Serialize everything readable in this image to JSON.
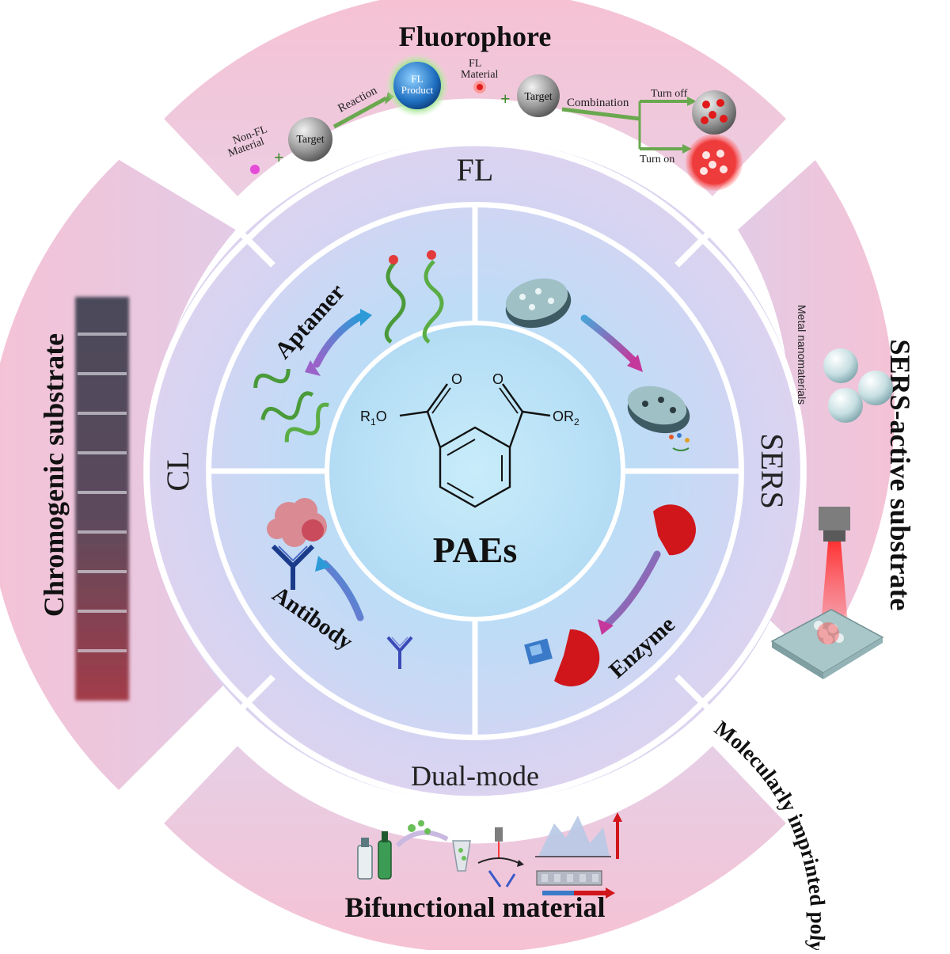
{
  "center": {
    "title": "PAEs",
    "substituent_left": "R",
    "substituent_left_sub": "1",
    "substituent_left_prefix": "O",
    "substituent_right": "OR",
    "substituent_right_sub": "2",
    "carbonyl_o": "O"
  },
  "recognition": {
    "aptamer": "Aptamer",
    "mip": "Molecularly imprinted polymer",
    "antibody": "Antibody",
    "enzyme": "Enzyme"
  },
  "techniques": {
    "fl": "FL",
    "cl": "CL",
    "sers": "SERS",
    "dual": "Dual-mode"
  },
  "materials": {
    "top": "Fluorophore",
    "left": "Chromogenic substrate",
    "right": "SERS-active substrate",
    "bottom": "Bifunctional material"
  },
  "fluorophore": {
    "non_fl_1": "Non-FL",
    "non_fl_2": "Material",
    "target_1": "Target",
    "reaction": "Reaction",
    "product_1": "FL",
    "product_2": "Product",
    "fl_mat_1": "FL",
    "fl_mat_2": "Material",
    "target_2": "Target",
    "combination": "Combination",
    "turn_off": "Turn off",
    "turn_on": "Turn on"
  },
  "sers_panel": {
    "metal": "Metal nanomaterials"
  },
  "colors": {
    "outer_pink": "#f4c6d6",
    "mid_lavender": "#d6d8f3",
    "inner_blue": "#c9e1f6",
    "center_cyan": "#bfe6f8",
    "arrow_green": "#6aa84f",
    "enzyme_red": "#d0161b"
  }
}
